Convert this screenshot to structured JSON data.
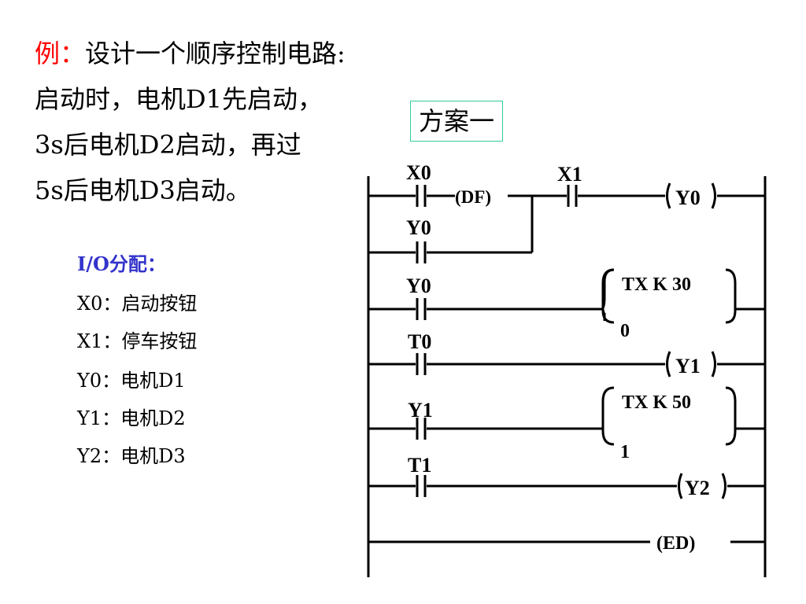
{
  "intro": {
    "label": "例：",
    "label_color": "#ff0000",
    "line1": "设计一个顺序控制电路:",
    "line2": "启动时，电机D1先启动，",
    "line3": "3s后电机D2启动，再过",
    "line4": "5s后电机D3启动。"
  },
  "scheme_label": "方案一",
  "scheme_border_color": "#33cc99",
  "io": {
    "title": "I/O分配：",
    "title_color": "#3333cc",
    "items": [
      {
        "text": "X0：启动按钮"
      },
      {
        "text": "X1：停车按钮"
      },
      {
        "text": "Y0：电机D1"
      },
      {
        "text": "Y1：电机D2"
      },
      {
        "text": "Y2：电机D3"
      }
    ]
  },
  "ladder": {
    "contacts": {
      "x0": "X0",
      "y0_parallel": "Y0",
      "x1": "X1",
      "y0_timer": "Y0",
      "t0": "T0",
      "y1_timer": "Y1",
      "t1": "T1"
    },
    "df_label": "(DF)",
    "coil_y0": "Y0",
    "timer0_line1": "TX K  30",
    "timer0_line2": "0",
    "coil_y1": "Y1",
    "timer1_line1": "TX K  50",
    "timer1_line2": "1",
    "coil_y2": "Y2",
    "end_label": "(ED)"
  }
}
